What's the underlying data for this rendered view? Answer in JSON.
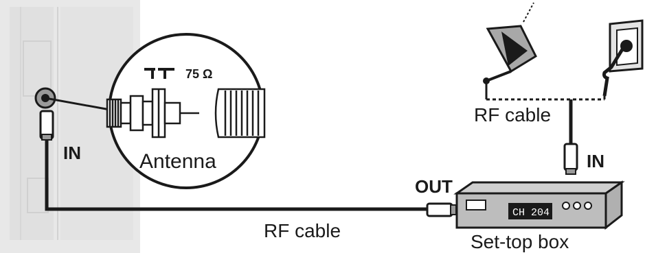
{
  "labels": {
    "tv_in": "IN",
    "antenna": "Antenna",
    "impedance": "75 Ω",
    "rf_cable_top": "RF cable",
    "stb_in": "IN",
    "stb_out": "OUT",
    "rf_cable_bottom": "RF cable",
    "set_top_box": "Set-top box",
    "display": "CH 204"
  },
  "icons": {
    "antenna_symbol": "antenna-symbol-icon",
    "satellite_dish": "satellite-dish-icon",
    "wall_outlet": "wall-outlet-icon"
  },
  "colors": {
    "line": "#1a1a1a",
    "tv_panel": "#e6e6e6",
    "device_gray": "#bdbdbd",
    "display_bg": "#1a1a1a",
    "display_text": "#ffffff"
  }
}
